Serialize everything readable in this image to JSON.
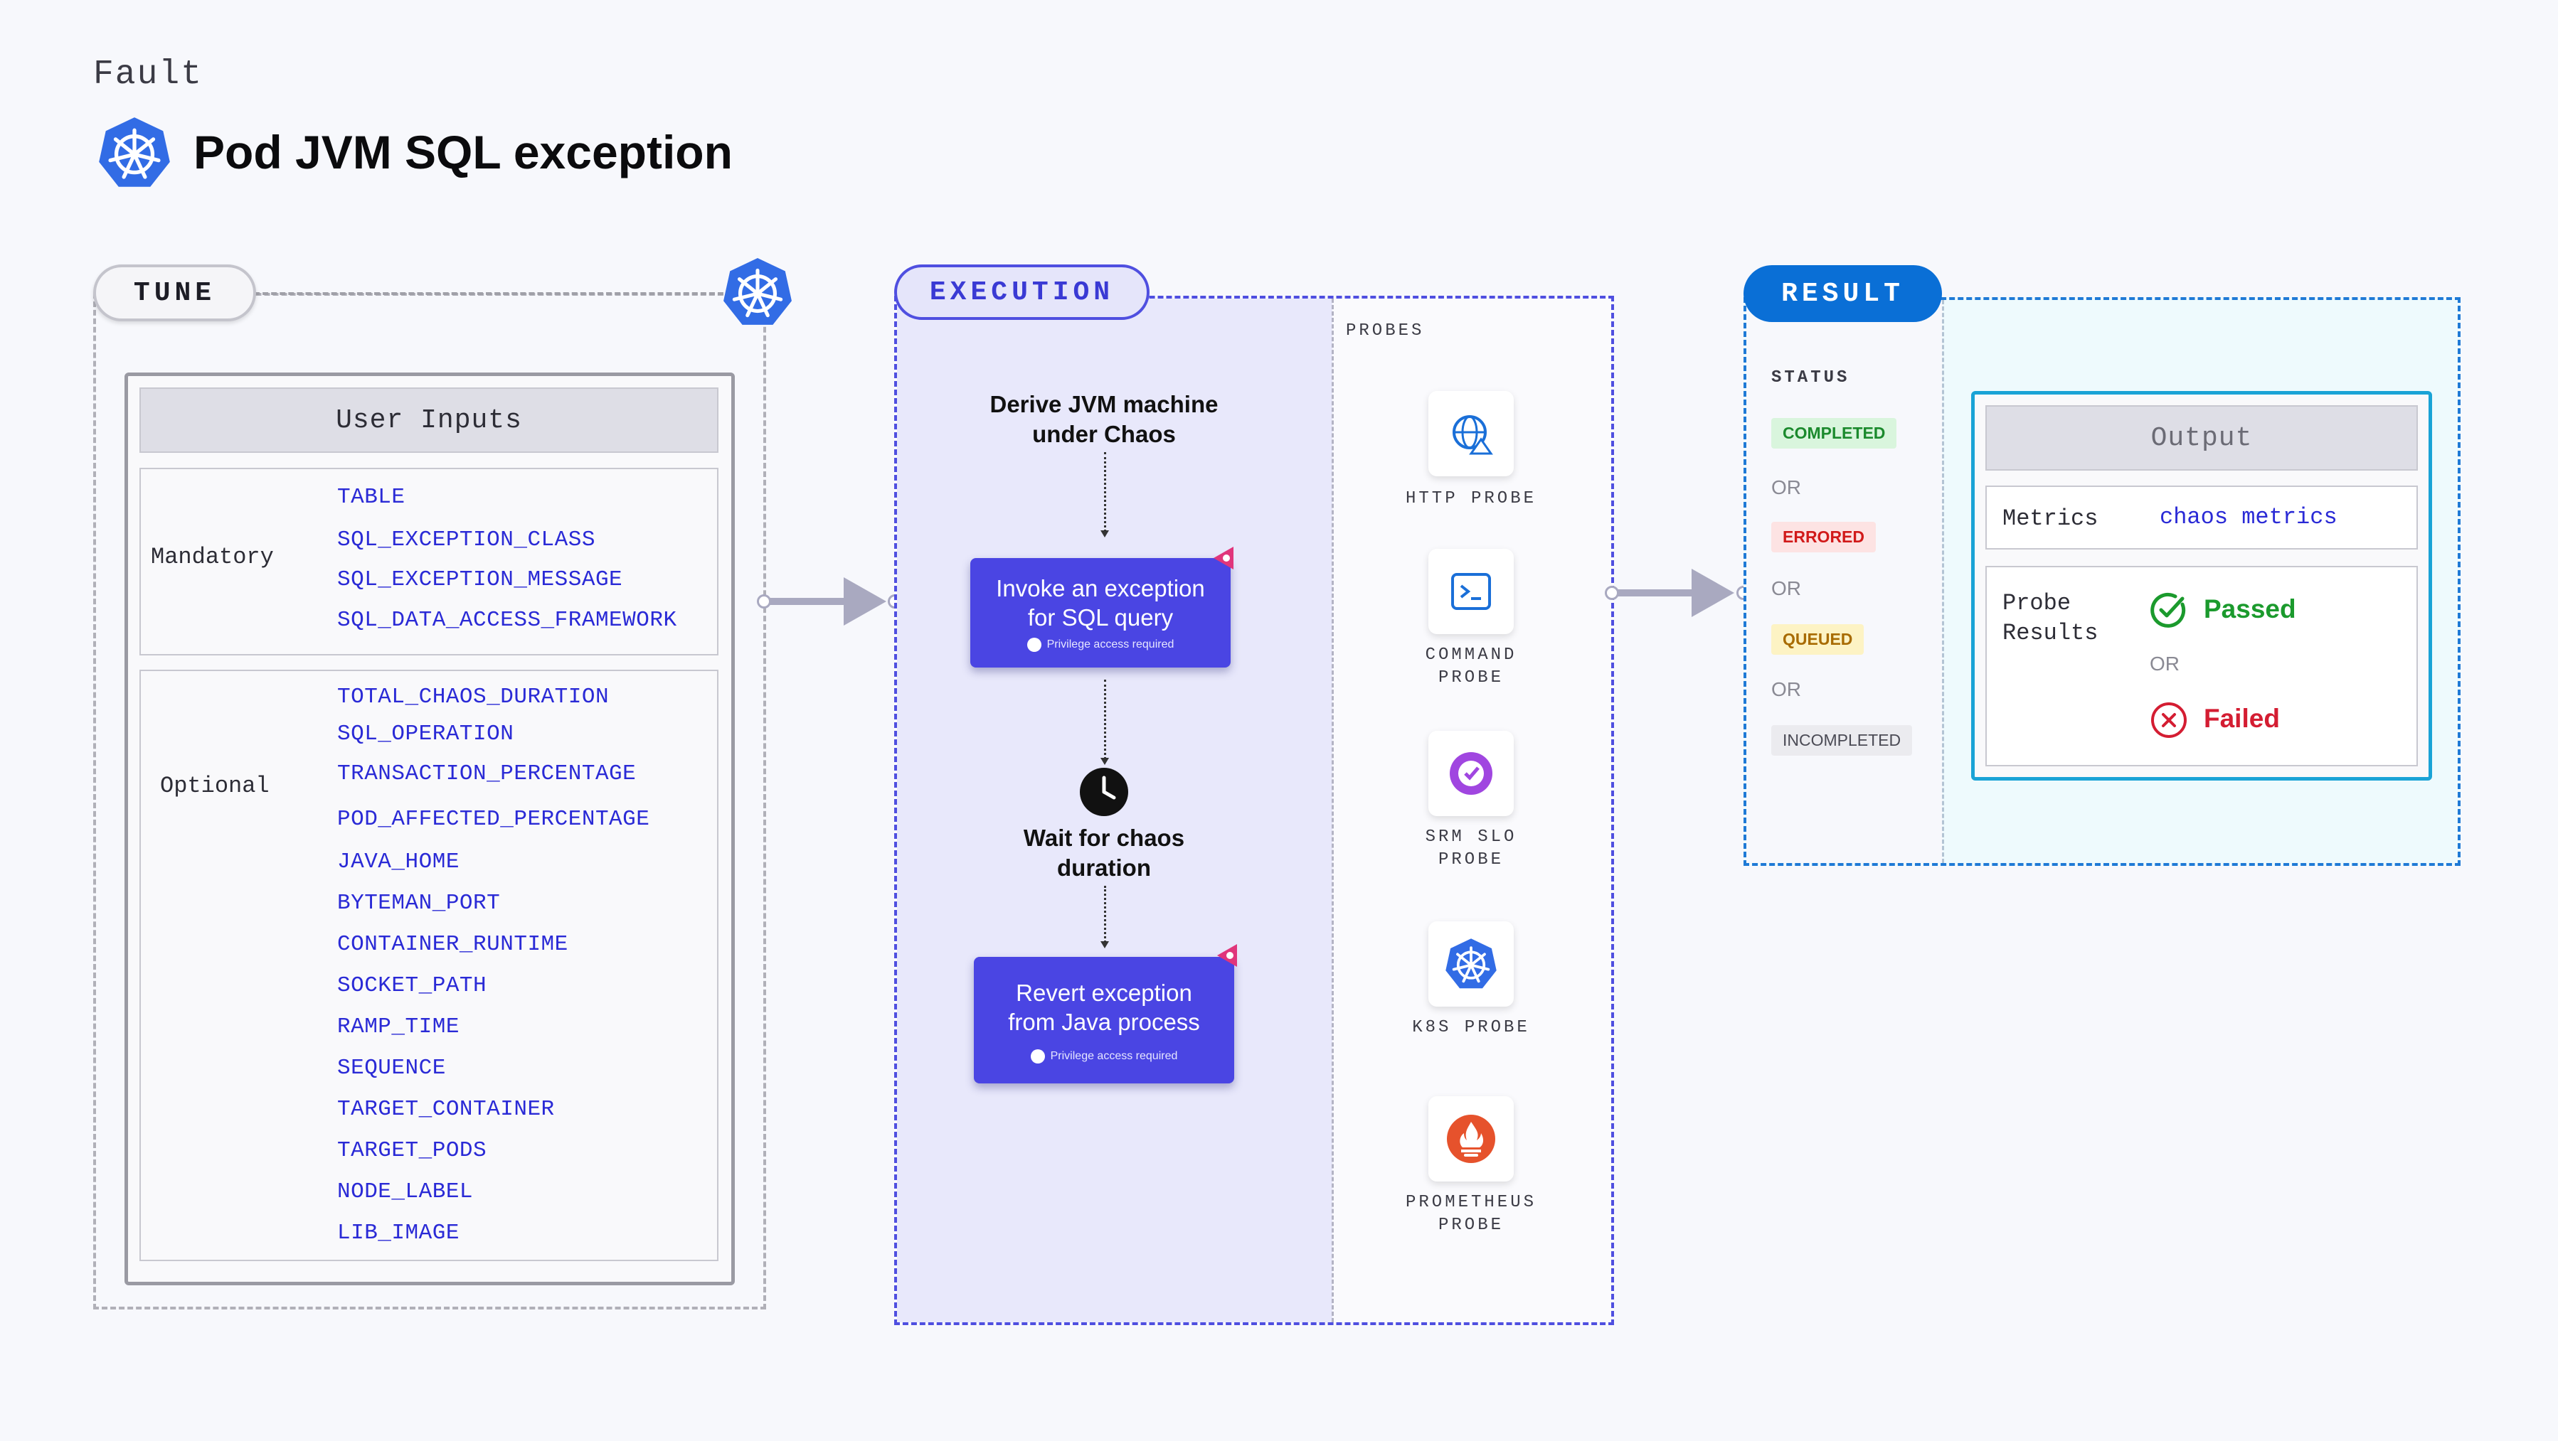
{
  "header": {
    "section_label": "Fault",
    "title": "Pod JVM SQL exception"
  },
  "tune": {
    "pill_label": "TUNE",
    "inputs_title": "User Inputs",
    "mandatory_label": "Mandatory",
    "mandatory_params": [
      "TABLE",
      "SQL_EXCEPTION_CLASS",
      "SQL_EXCEPTION_MESSAGE",
      "SQL_DATA_ACCESS_FRAMEWORK"
    ],
    "optional_label": "Optional",
    "optional_params": [
      "TOTAL_CHAOS_DURATION",
      "SQL_OPERATION",
      "TRANSACTION_PERCENTAGE",
      "POD_AFFECTED_PERCENTAGE",
      "JAVA_HOME",
      "BYTEMAN_PORT",
      "CONTAINER_RUNTIME",
      "SOCKET_PATH",
      "RAMP_TIME",
      "SEQUENCE",
      "TARGET_CONTAINER",
      "TARGET_PODS",
      "NODE_LABEL",
      "LIB_IMAGE"
    ]
  },
  "execution": {
    "pill_label": "EXECUTION",
    "step1": [
      "Derive JVM machine",
      "under Chaos"
    ],
    "card1": {
      "title": [
        "Invoke an exception",
        "for SQL query"
      ],
      "note": "Privilege access required"
    },
    "step2": [
      "Wait for chaos",
      "duration"
    ],
    "card2": {
      "title": [
        "Revert exception",
        "from Java process"
      ],
      "note": "Privilege access required"
    },
    "probes_label": "PROBES",
    "probes": [
      {
        "name": [
          "HTTP PROBE"
        ],
        "icon": "globe-icon"
      },
      {
        "name": [
          "COMMAND",
          "PROBE"
        ],
        "icon": "terminal-icon"
      },
      {
        "name": [
          "SRM SLO",
          "PROBE"
        ],
        "icon": "srm-slo-icon"
      },
      {
        "name": [
          "K8S PROBE"
        ],
        "icon": "kubernetes-icon"
      },
      {
        "name": [
          "PROMETHEUS",
          "PROBE"
        ],
        "icon": "prometheus-icon"
      }
    ]
  },
  "result": {
    "pill_label": "RESULT",
    "status_label": "STATUS",
    "statuses": [
      "COMPLETED",
      "ERRORED",
      "QUEUED",
      "INCOMPLETED"
    ],
    "or_text": "OR",
    "output_title": "Output",
    "metrics_label": "Metrics",
    "metrics_value": "chaos metrics",
    "probe_results_label": [
      "Probe",
      "Results"
    ],
    "passed": "Passed",
    "failed": "Failed"
  },
  "colors": {
    "accent": "#4a45e3",
    "result_blue": "#0a6fd6",
    "param_blue": "#2a2ad6",
    "completed_bg": "#d9f5dd",
    "completed_fg": "#1b8a2d",
    "errored_bg": "#fde3e3",
    "errored_fg": "#d11a1a",
    "queued_bg": "#fdf3c4",
    "queued_fg": "#a86b00",
    "incompleted_bg": "#ebebef",
    "incompleted_fg": "#4b4b55",
    "passed": "#1b9a2d",
    "failed": "#d41d32"
  }
}
